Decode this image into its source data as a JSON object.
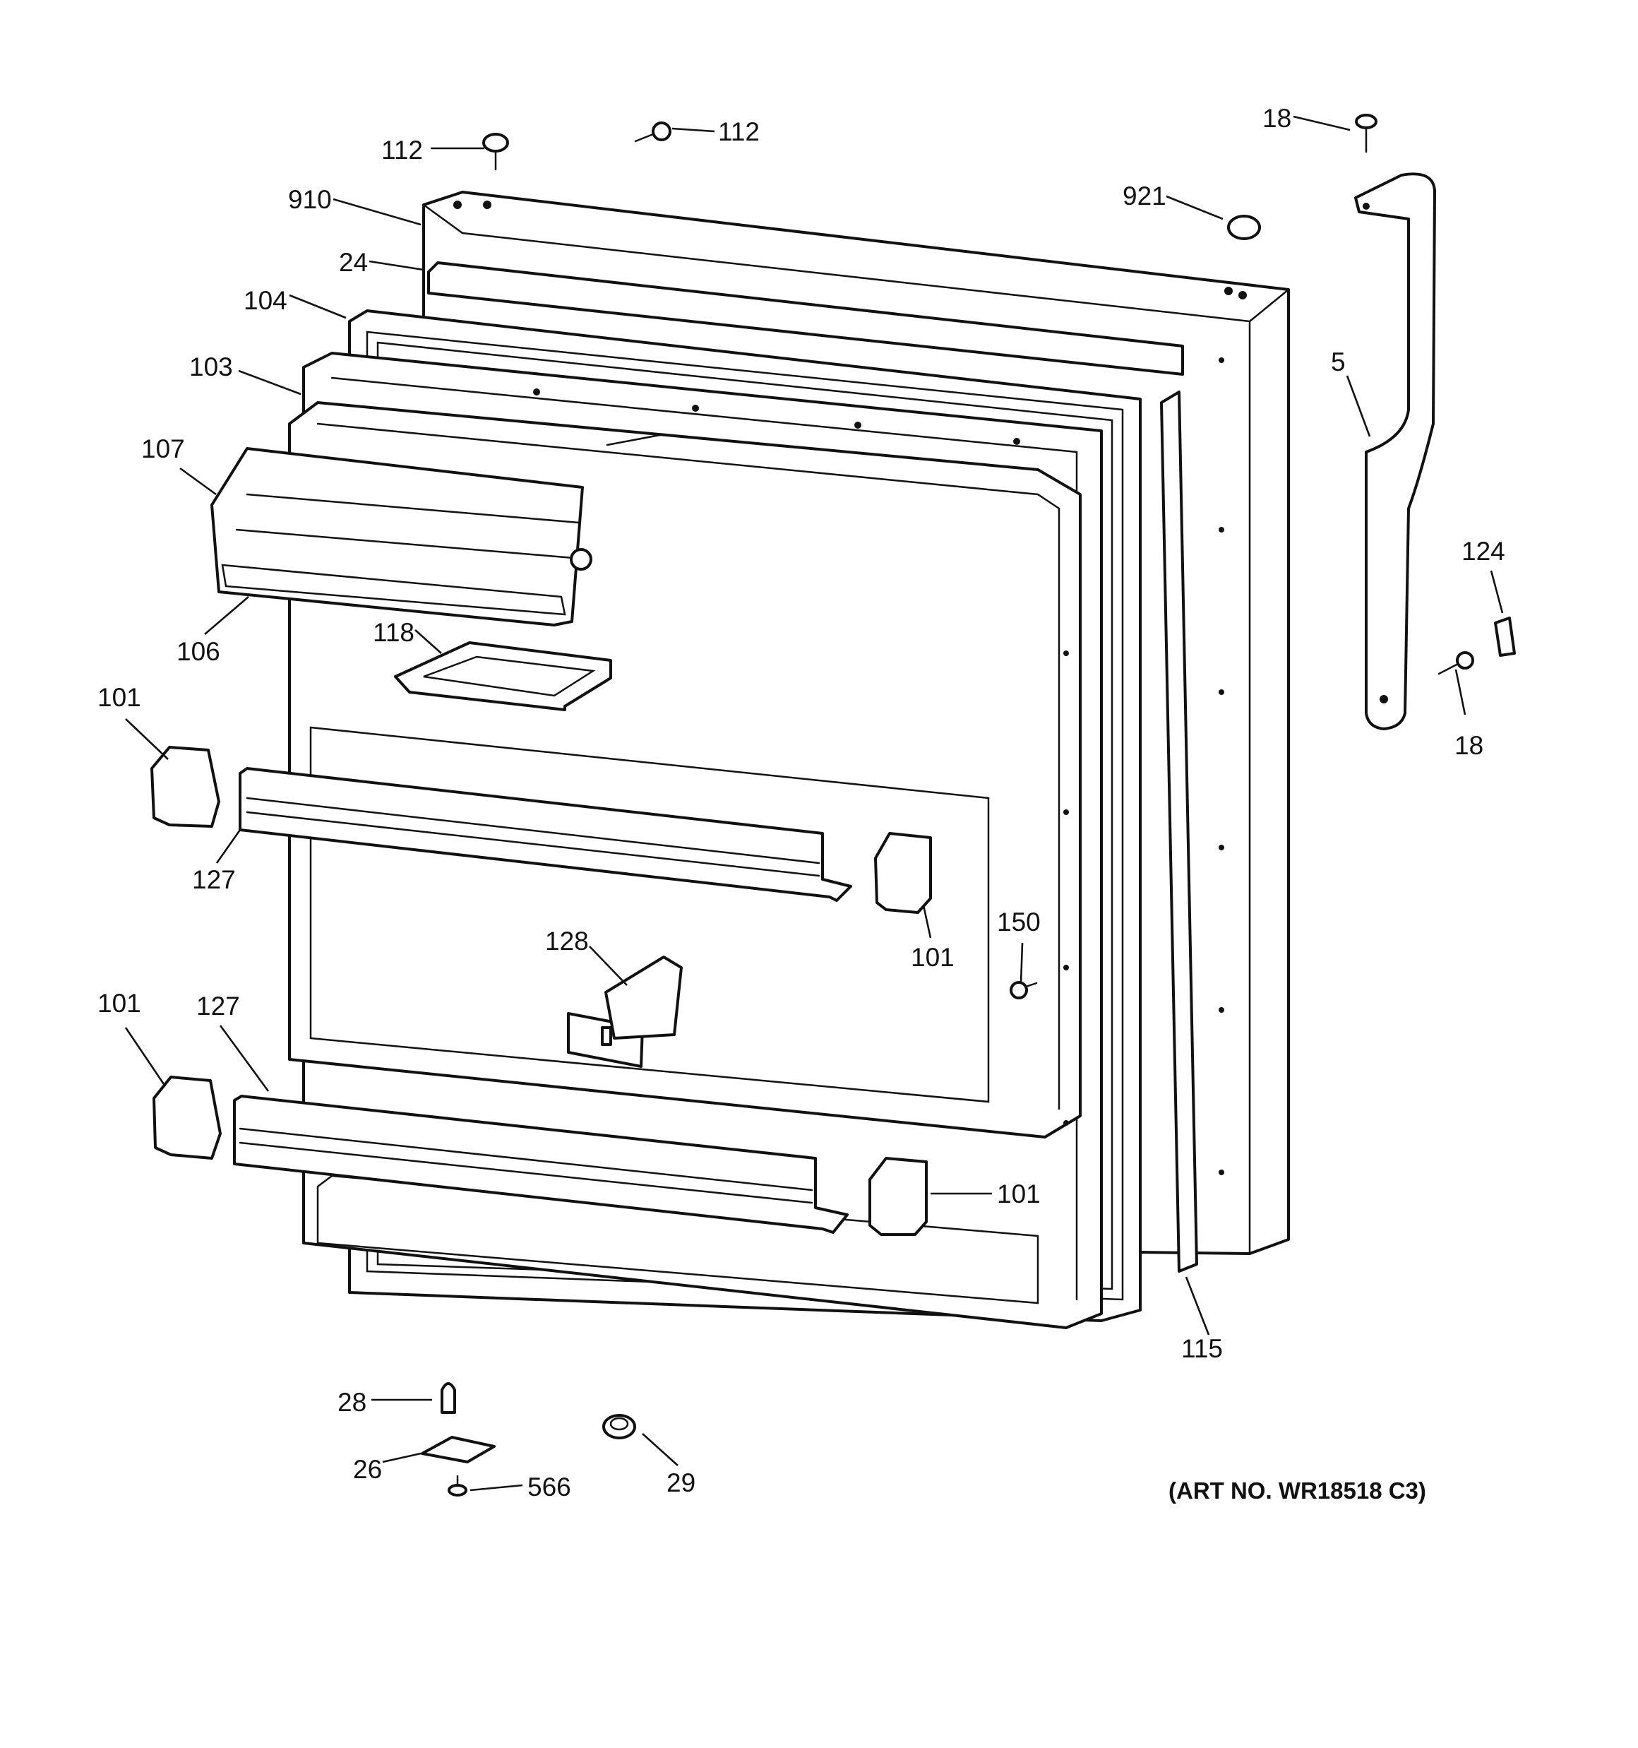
{
  "callouts": {
    "c112a": "112",
    "c112b": "112",
    "c18a": "18",
    "c910": "910",
    "c921": "921",
    "c24": "24",
    "c104": "104",
    "c103": "103",
    "c5": "5",
    "c107": "107",
    "c106": "106",
    "c118": "118",
    "c124": "124",
    "c18b": "18",
    "c101a": "101",
    "c127a": "127",
    "c101b": "101",
    "c150": "150",
    "c128": "128",
    "c101c": "101",
    "c127b": "127",
    "c101d": "101",
    "c115": "115",
    "c28": "28",
    "c26": "26",
    "c566": "566",
    "c29": "29"
  },
  "art_number": "(ART NO. WR18518 C3)"
}
